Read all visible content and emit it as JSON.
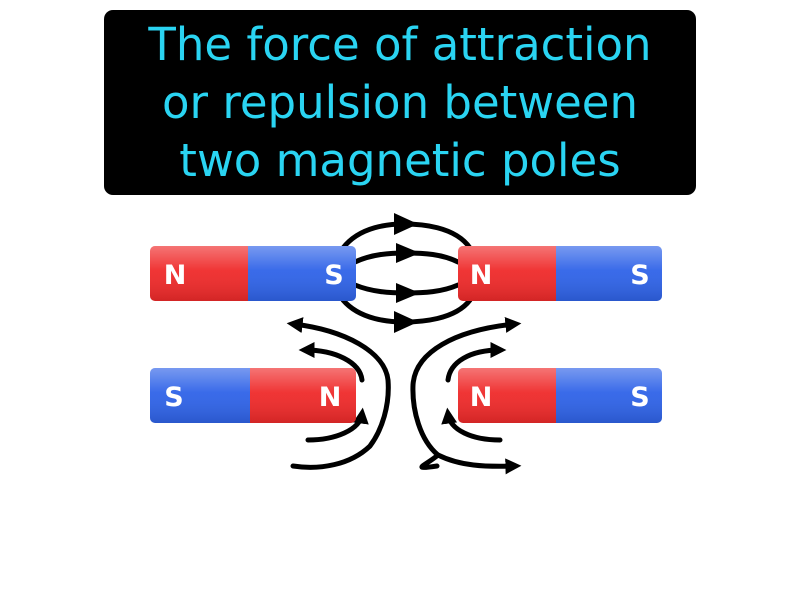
{
  "definition": {
    "lines": [
      "The force of attraction",
      "or repulsion between",
      "two magnetic poles"
    ]
  },
  "colors": {
    "north": "#ef2a2a",
    "south": "#2f63e8",
    "title_text": "#2ad4f2",
    "title_background": "#000000"
  },
  "magnets": {
    "top_left": {
      "left_pole": "N",
      "right_pole": "S"
    },
    "top_right": {
      "left_pole": "N",
      "right_pole": "S"
    },
    "bottom_left": {
      "left_pole": "S",
      "right_pole": "N"
    },
    "bottom_right": {
      "left_pole": "N",
      "right_pole": "S"
    }
  },
  "field_lines": {
    "top_pair": "attraction",
    "bottom_pair": "repulsion"
  }
}
